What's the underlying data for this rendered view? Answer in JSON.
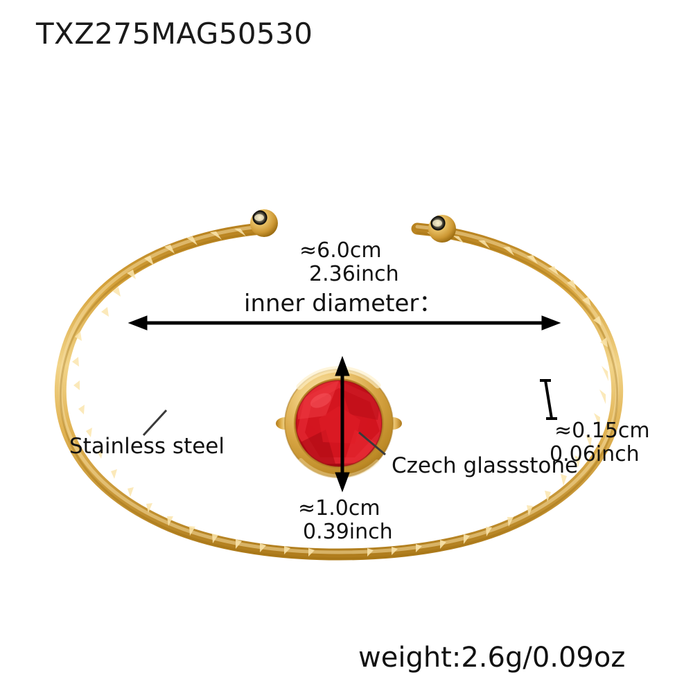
{
  "product": {
    "title": "TXZ275MAG50530"
  },
  "annotations": {
    "inner_diameter": {
      "metric": "≈6.0cm",
      "imperial": "2.36inch",
      "label": "inner diameter："
    },
    "band_thickness": {
      "metric": "≈0.15cm",
      "imperial": "0.06inch"
    },
    "stone_size": {
      "metric": "≈1.0cm",
      "imperial": "0.39inch"
    },
    "material_band": "Stainless steel",
    "material_stone": "Czech glassstone",
    "weight": "weight:2.6g/0.09oz"
  },
  "colors": {
    "background": "#ffffff",
    "text": "#111111",
    "gold_dark": "#b8821f",
    "gold_mid": "#d6a33c",
    "gold_light": "#f0cd7e",
    "gold_highlight": "#f8e3b0",
    "stone_red": "#d4121f",
    "stone_red_dark": "#9e0a14",
    "stone_red_light": "#ef2b33",
    "leader_line": "#3a3a3a"
  }
}
